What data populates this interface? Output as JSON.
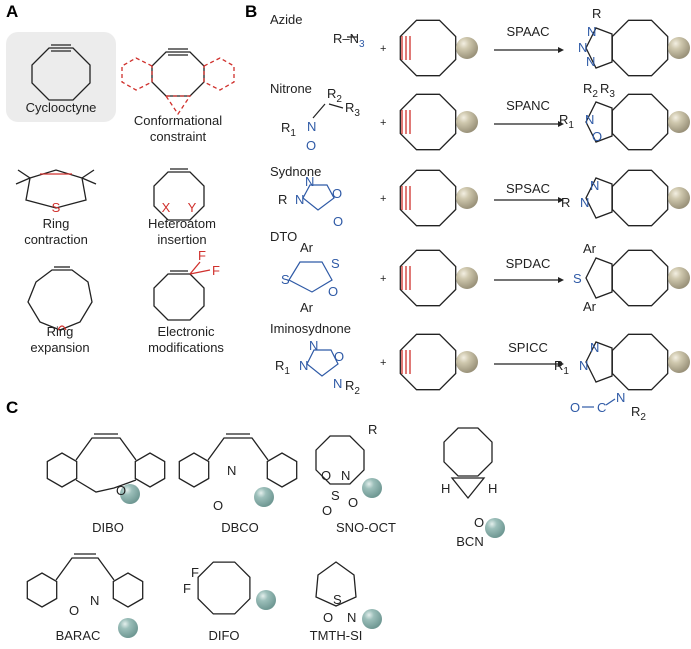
{
  "panels": {
    "a": "A",
    "b": "B",
    "c": "C"
  },
  "panel_a": {
    "items": [
      {
        "caption_lines": [
          "Cyclooctyne"
        ]
      },
      {
        "caption_lines": [
          "Conformational",
          "constraint"
        ]
      },
      {
        "caption_lines": [
          "Ring",
          "contraction"
        ],
        "atom": "S"
      },
      {
        "caption_lines": [
          "Heteroatom",
          "insertion"
        ],
        "atoms": [
          "X",
          "Y"
        ]
      },
      {
        "caption_lines": [
          "Ring",
          "expansion"
        ]
      },
      {
        "caption_lines": [
          "Electronic",
          "modifications"
        ],
        "atoms": [
          "F",
          "F"
        ]
      }
    ]
  },
  "panel_b": {
    "rows": [
      {
        "reagent": "Azide",
        "reaction": "SPAAC",
        "reactant_text": "R–N",
        "subscript": "3",
        "product_atom_r": "R",
        "product_atoms": [
          "N",
          "N",
          "N"
        ]
      },
      {
        "reagent": "Nitrone",
        "reaction": "SPANC",
        "r_groups": [
          "R",
          "R",
          "R"
        ],
        "r_subs": [
          "1",
          "2",
          "3"
        ],
        "atoms": [
          "N",
          "O"
        ]
      },
      {
        "reagent": "Sydnone",
        "reaction": "SPSAC",
        "atoms": [
          "R",
          "N",
          "N",
          "O",
          "O"
        ]
      },
      {
        "reagent": "DTO",
        "reaction": "SPDAC",
        "atoms": [
          "Ar",
          "Ar",
          "S",
          "S",
          "O"
        ]
      },
      {
        "reagent": "Iminosydnone",
        "reaction": "SPICC",
        "atoms": [
          "R",
          "N",
          "N",
          "O",
          "N",
          "R"
        ],
        "subs": [
          "1",
          "2"
        ]
      }
    ],
    "byproduct_atoms": [
      "O",
      "C",
      "N",
      "R"
    ],
    "byproduct_sub": "2"
  },
  "panel_c": {
    "compounds": [
      "DIBO",
      "DBCO",
      "SNO-OCT",
      "BCN",
      "BARAC",
      "DIFO",
      "TMTH-SI"
    ],
    "atoms": {
      "dibo_o": "O",
      "dbco_n": "N",
      "dbco_o": "O",
      "snooct": [
        "R",
        "O",
        "N",
        "S",
        "O",
        "O"
      ],
      "bcn": [
        "H",
        "H",
        "O"
      ],
      "barac": [
        "O",
        "N"
      ],
      "difo": [
        "F",
        "F"
      ],
      "tmth": [
        "S",
        "N",
        "O"
      ]
    }
  },
  "colors": {
    "alkyne_red": "#d0312d",
    "heteroatom_blue": "#2f5aa6",
    "sphere_tan": "#c9c2a8",
    "sphere_teal": "#95b8b3",
    "box_gray": "#ececec"
  }
}
